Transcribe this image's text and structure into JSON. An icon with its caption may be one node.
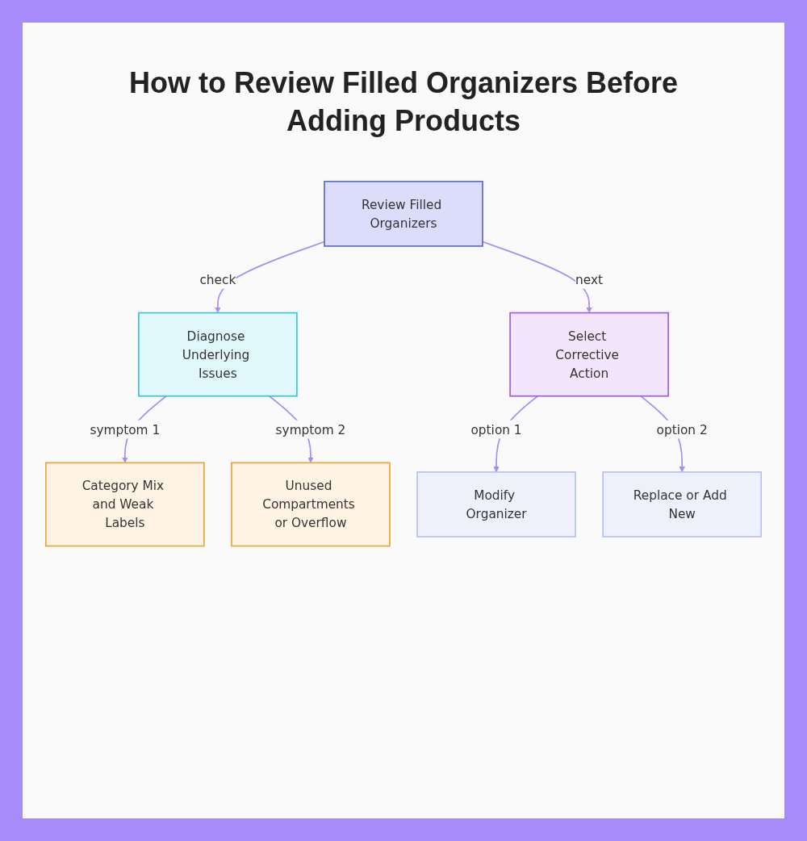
{
  "diagram": {
    "title": "How to Review Filled Organizers Before Adding Products",
    "nodes": [
      {
        "text": [
          "Review Filled Organizers"
        ]
      },
      {
        "text": [
          "Diagnose Underlying Issues"
        ]
      },
      {
        "text": [
          "Select Corrective Action"
        ]
      },
      {
        "text": [
          "Category Mix and Weak Labels"
        ]
      },
      {
        "text": [
          "Unused Compartments or Overflow"
        ]
      },
      {
        "text": [
          "Modify Organizer"
        ]
      },
      {
        "text": [
          "Replace or Add New"
        ]
      }
    ],
    "edges": [
      {
        "from": 0,
        "to": 1,
        "arrow": "to",
        "label": "check"
      },
      {
        "from": 0,
        "to": 2,
        "arrow": "to",
        "label": "next"
      },
      {
        "from": 1,
        "to": 3,
        "arrow": "to",
        "label": "symptom 1"
      },
      {
        "from": 1,
        "to": 4,
        "arrow": "to",
        "label": "symptom 2"
      },
      {
        "from": 2,
        "to": 5,
        "arrow": "to",
        "label": "option 1"
      },
      {
        "from": 2,
        "to": 6,
        "arrow": "to",
        "label": "option 2"
      }
    ]
  }
}
